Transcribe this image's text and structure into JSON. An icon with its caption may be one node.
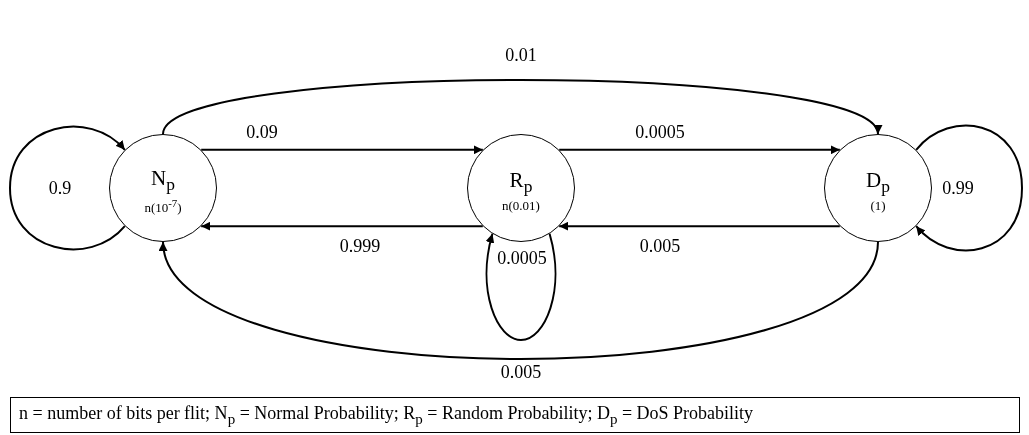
{
  "diagram": {
    "nodes": [
      {
        "text": [
          "N$_{p}$",
          "n(10$^{-7}$)"
        ]
      },
      {
        "text": [
          "R$_{p}$",
          "n(0.01)"
        ]
      },
      {
        "text": [
          "D$_{p}$",
          "(1)"
        ]
      },
      {
        "text": [
          "n = number of bits per flit; N$_{p}$ = Normal Probability; R$_{p}$ = Random Probability; D$_{p}$ = DoS Probability"
        ]
      }
    ],
    "edges": [
      {
        "from": 0,
        "to": 0,
        "arrow": "to",
        "label": "0.9"
      },
      {
        "from": 0,
        "to": 2,
        "arrow": "to",
        "label": "0.01"
      },
      {
        "from": 0,
        "to": 1,
        "arrow": "to",
        "label": "0.09"
      },
      {
        "from": 1,
        "to": 2,
        "arrow": "to",
        "label": "0.0005"
      },
      {
        "from": 1,
        "to": 0,
        "arrow": "to",
        "label": "0.999"
      },
      {
        "from": 2,
        "to": 1,
        "arrow": "to",
        "label": "0.005"
      },
      {
        "from": 2,
        "to": 2,
        "arrow": "to",
        "label": "0.99"
      },
      {
        "from": 1,
        "to": 1,
        "arrow": "to",
        "label": "0.0005"
      },
      {
        "from": 2,
        "to": 0,
        "arrow": "to",
        "label": "0.005"
      }
    ]
  }
}
